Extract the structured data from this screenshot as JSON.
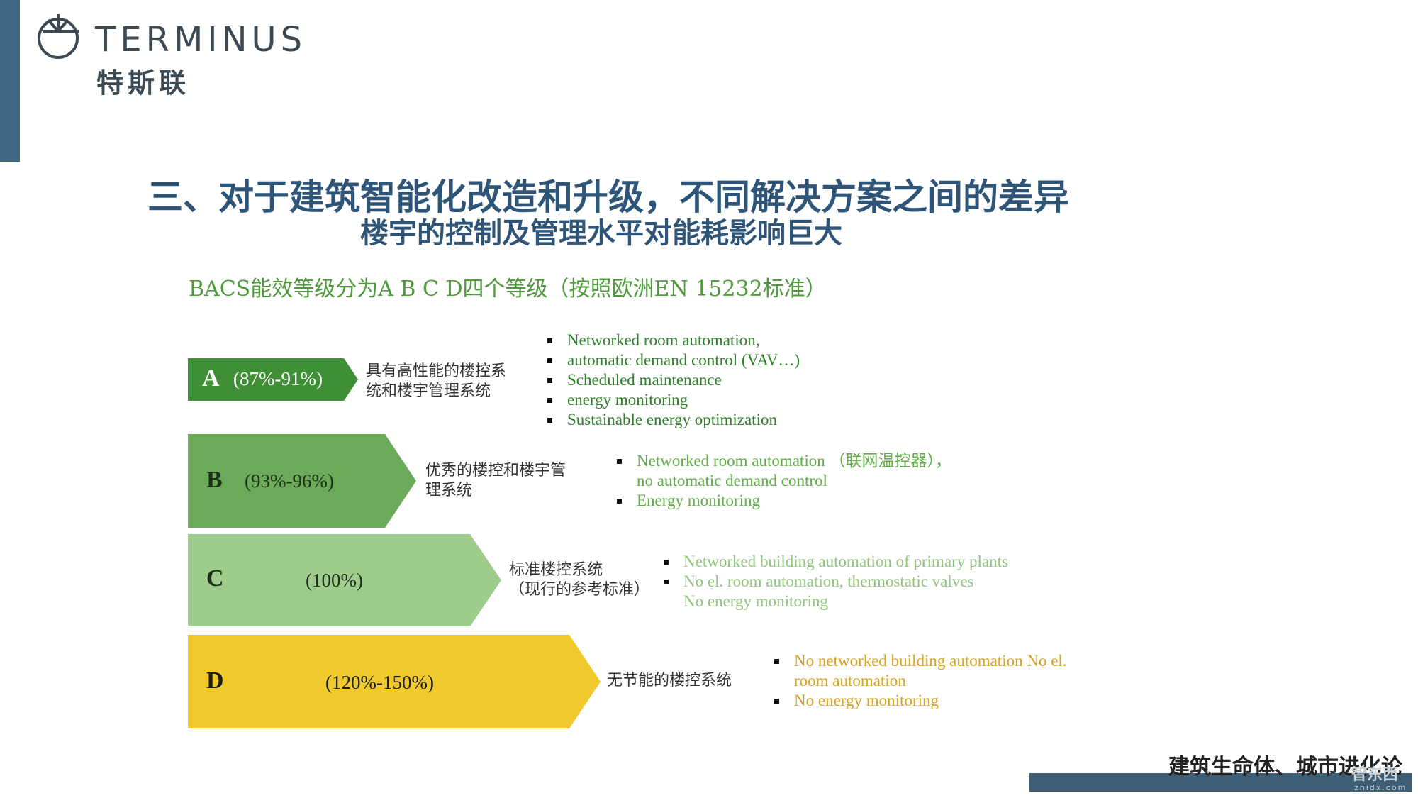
{
  "brand": {
    "name_en": "TERMINUS",
    "name_zh": "特斯联"
  },
  "title": "三、对于建筑智能化改造和升级，不同解决方案之间的差异",
  "subtitle": "楼宇的控制及管理水平对能耗影响巨大",
  "standard_line": "BACS能效等级分为A B C D四个等级（按照欧洲EN 15232标准）",
  "grades": [
    {
      "grade": "A",
      "range": "(87%-91%)",
      "color": "#3f8f36",
      "text_color": "#ffffff",
      "description": [
        "具有高性能的楼控系",
        "统和楼宇管理系统"
      ],
      "bullet_color": "#2f7f2a",
      "bullets": [
        {
          "text": "Networked room automation,",
          "bullet": true
        },
        {
          "text": "automatic demand control (VAV…)",
          "bullet": true
        },
        {
          "text": "Scheduled maintenance",
          "bullet": true
        },
        {
          "text": "energy monitoring",
          "bullet": true
        },
        {
          "text": "Sustainable energy optimization",
          "bullet": true
        }
      ]
    },
    {
      "grade": "B",
      "range": "(93%-96%)",
      "color": "#6aaa58",
      "text_color": "#1f2f1a",
      "description": [
        "优秀的楼控和楼宇管",
        "理系统"
      ],
      "bullet_color": "#5fae45",
      "bullets": [
        {
          "text": "Networked room automation  （联网温控器），",
          "bullet": true
        },
        {
          "text": "no automatic demand control",
          "bullet": false
        },
        {
          "text": "Energy monitoring",
          "bullet": true
        }
      ]
    },
    {
      "grade": "C",
      "range": "(100%)",
      "color": "#9fcc8c",
      "text_color": "#1f2f1a",
      "description": [
        "标准楼控系统",
        "（现行的参考标准）"
      ],
      "bullet_color": "#8ec47a",
      "bullets": [
        {
          "text": "Networked building automation of primary plants",
          "bullet": true
        },
        {
          "text": "No el. room automation, thermostatic valves",
          "bullet": true
        },
        {
          "text": "No energy monitoring",
          "bullet": false
        }
      ]
    },
    {
      "grade": "D",
      "range": "(120%-150%)",
      "color": "#f0c92c",
      "text_color": "#1f1f1a",
      "description": [
        "无节能的楼控系统"
      ],
      "bullet_color": "#d9a21b",
      "bullets": [
        {
          "text": "No networked building automation No el.",
          "bullet": true
        },
        {
          "text": "room automation",
          "bullet": false
        },
        {
          "text": "No energy monitoring",
          "bullet": true
        }
      ]
    }
  ],
  "footer": {
    "caption": "建筑生命体、城市进化论",
    "watermark": "智东西",
    "watermark_url_text": "zhidx.com"
  },
  "colors": {
    "accent_bar": "#3e6680",
    "title": "#2e5577",
    "standard_line": "#4f9a3a"
  }
}
